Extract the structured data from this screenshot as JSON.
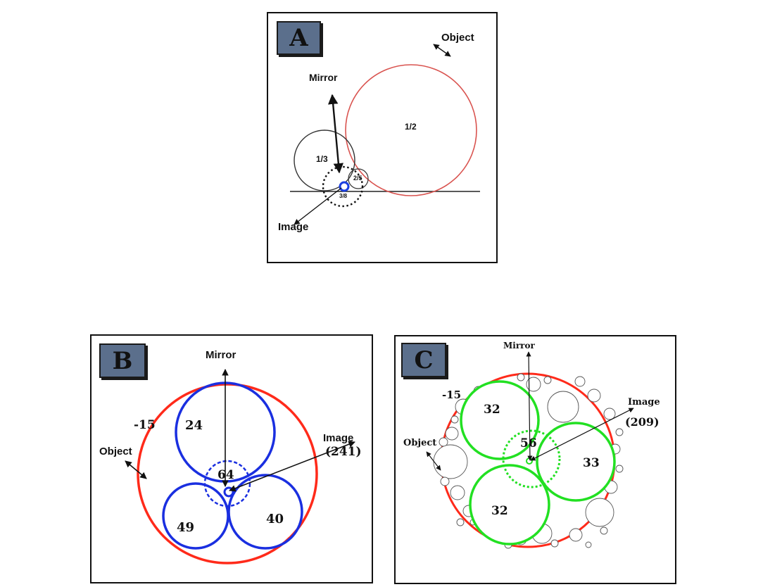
{
  "panel_a": {
    "badge": "A",
    "object_label": "Object",
    "mirror_label": "Mirror",
    "image_label": "Image",
    "large_circle_label": "1/2",
    "left_circle_label": "1/3",
    "small_circle_label": "2/5",
    "center_circle_label": "3/8",
    "object_color": "#d9534f",
    "image_color": "#1a3fe0"
  },
  "panel_b": {
    "badge": "B",
    "mirror_label": "Mirror",
    "object_label": "Object",
    "outer_curvature": "-15",
    "image_label": "Image",
    "image_value": "(241)",
    "top_label": "24",
    "left_label": "49",
    "right_label": "40",
    "center_label": "64",
    "object_color": "#ff2a1a",
    "mirror_color": "#1a2fe0"
  },
  "panel_c": {
    "badge": "C",
    "mirror_label": "Mirror",
    "object_label": "Object",
    "outer_curvature": "-15",
    "image_label": "Image",
    "image_value": "(209)",
    "top_label": "32",
    "bottom_label": "32",
    "right_label": "33",
    "center_label": "56",
    "object_color": "#ff2a1a",
    "mirror_color": "#22e022"
  }
}
